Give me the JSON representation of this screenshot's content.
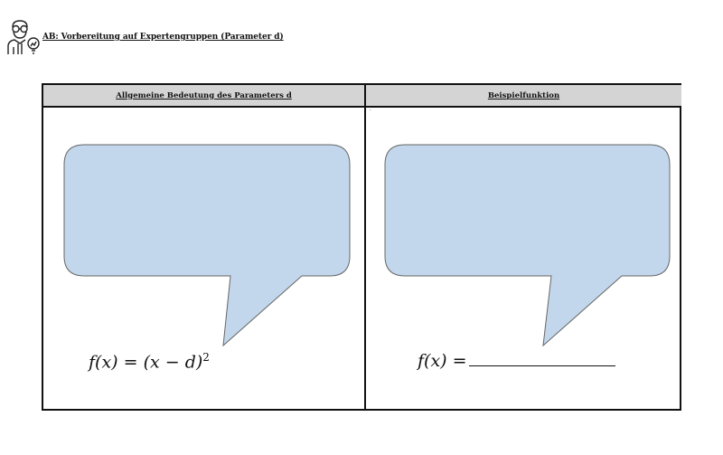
{
  "header": {
    "icon": "scientist-lightbulb-icon",
    "title": "AB: Vorbereitung auf Expertengruppen (Parameter d)"
  },
  "table": {
    "columns": [
      {
        "label": "Allgemeine Bedeutung des Parameters d"
      },
      {
        "label": "Beispielfunktion"
      }
    ],
    "cells": [
      {
        "formula_prefix": "f(x) = (x − d)",
        "formula_exponent": "2",
        "bubble_text": ""
      },
      {
        "formula_prefix": "f(x) =",
        "blank_value": "",
        "bubble_text": ""
      }
    ],
    "stray_mark": "′"
  },
  "colors": {
    "bubble_fill": "#c3d7ec",
    "bubble_stroke": "#666666",
    "header_bg": "#d4d4d4"
  }
}
